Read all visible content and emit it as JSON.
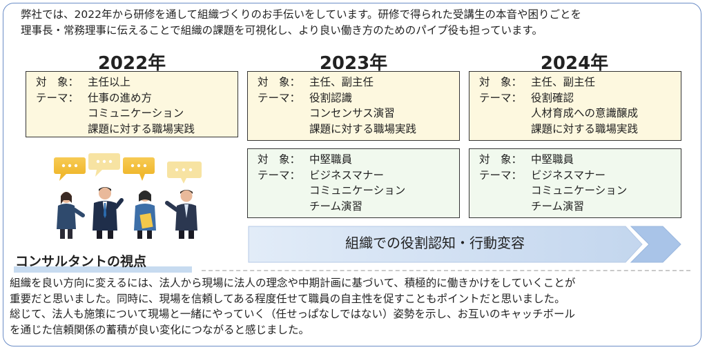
{
  "intro": [
    "弊社では、2022年から研修を通して組織づくりのお手伝いをしています。研修で得られた受講生の本音や困りごとを",
    "理事長・常務理事に伝えることで組織の課題を可視化し、より良い働き方のためのパイプ役も担っています。"
  ],
  "years": [
    "2022年",
    "2023年",
    "2024年"
  ],
  "boxes": {
    "b2022": {
      "target_label": "対　象：",
      "target": "主任以上",
      "theme_label": "テーマ：",
      "themes": [
        "仕事の進め方",
        "コミュニケーション",
        "課題に対する職場実践"
      ]
    },
    "b2023a": {
      "target_label": "対　象：",
      "target": "主任、副主任",
      "theme_label": "テーマ：",
      "themes": [
        "役割認識",
        "コンセンサス演習",
        "課題に対する職場実践"
      ]
    },
    "b2024a": {
      "target_label": "対　象：",
      "target": "主任、副主任",
      "theme_label": "テーマ：",
      "themes": [
        "役割確認",
        "人材育成への意識醸成",
        "課題に対する職場実践"
      ]
    },
    "b2023b": {
      "target_label": "対　象：",
      "target": "中堅職員",
      "theme_label": "テーマ：",
      "themes": [
        "ビジネスマナー",
        "コミュニケーション",
        "チーム演習"
      ]
    },
    "b2024b": {
      "target_label": "対　象：",
      "target": "中堅職員",
      "theme_label": "テーマ：",
      "themes": [
        "ビジネスマナー",
        "コミュニケーション",
        "チーム演習"
      ]
    }
  },
  "arrow_label": "組織での役割認知・行動変容",
  "perspective_title": "コンサルタントの視点",
  "body": [
    "組織を良い方向に変えるには、法人から現場に法人の理念や中期計画に基づいて、積極的に働きかけをしていくことが",
    "重要だと思いました。同時に、現場を信頼してある程度任せて職員の自主性を促すこともポイントだと思いました。",
    "総じて、法人も施策について現場と一緒にやっていく（任せっぱなしではない）姿勢を示し、お互いのキャッチボール",
    "を通じた信頼関係の蓄積が良い変化につながると感じました。"
  ],
  "colors": {
    "frame": "#6a8cc6",
    "yellow_box": "#fdf8df",
    "green_box": "#f1f9ee",
    "arrow": "#c5d9f1",
    "bubble": "#f5c342"
  }
}
